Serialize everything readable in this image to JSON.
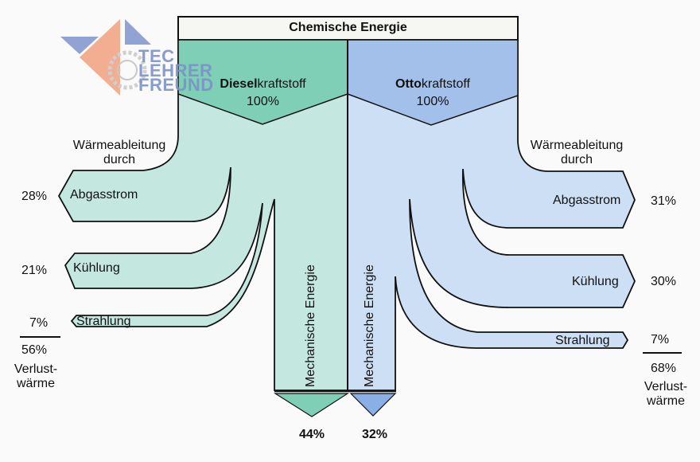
{
  "header": {
    "title": "Chemische Energie"
  },
  "logo": {
    "lines": [
      "TEC",
      "LEHRER",
      "FREUND"
    ]
  },
  "colors": {
    "diesel_dark": "#7ecfb6",
    "diesel_light": "#c4e8df",
    "otto_dark": "#a3c0ea",
    "otto_light": "#cddff5",
    "otto_arrow": "#8aaee6"
  },
  "diesel": {
    "fuel_bold": "Diesel",
    "fuel_rest": "kraftstoff",
    "fuel_percent": "100%",
    "heading": [
      "Wärmeableitung",
      "durch"
    ],
    "losses": [
      {
        "label": "Abgasstrom",
        "percent": "28%"
      },
      {
        "label": "Kühlung",
        "percent": "21%"
      },
      {
        "label": "Strahlung",
        "percent": "7%"
      }
    ],
    "total_loss": "56%",
    "loss_label": [
      "Verlust-",
      "wärme"
    ],
    "mechanical_label": "Mechanische Energie",
    "mechanical_percent": "44%"
  },
  "otto": {
    "fuel_bold": "Otto",
    "fuel_rest": "kraftstoff",
    "fuel_percent": "100%",
    "heading": [
      "Wärmeableitung",
      "durch"
    ],
    "losses": [
      {
        "label": "Abgasstrom",
        "percent": "31%"
      },
      {
        "label": "Kühlung",
        "percent": "30%"
      },
      {
        "label": "Strahlung",
        "percent": "7%"
      }
    ],
    "total_loss": "68%",
    "loss_label": [
      "Verlust-",
      "wärme"
    ],
    "mechanical_label": "Mechanische Energie",
    "mechanical_percent": "32%"
  }
}
